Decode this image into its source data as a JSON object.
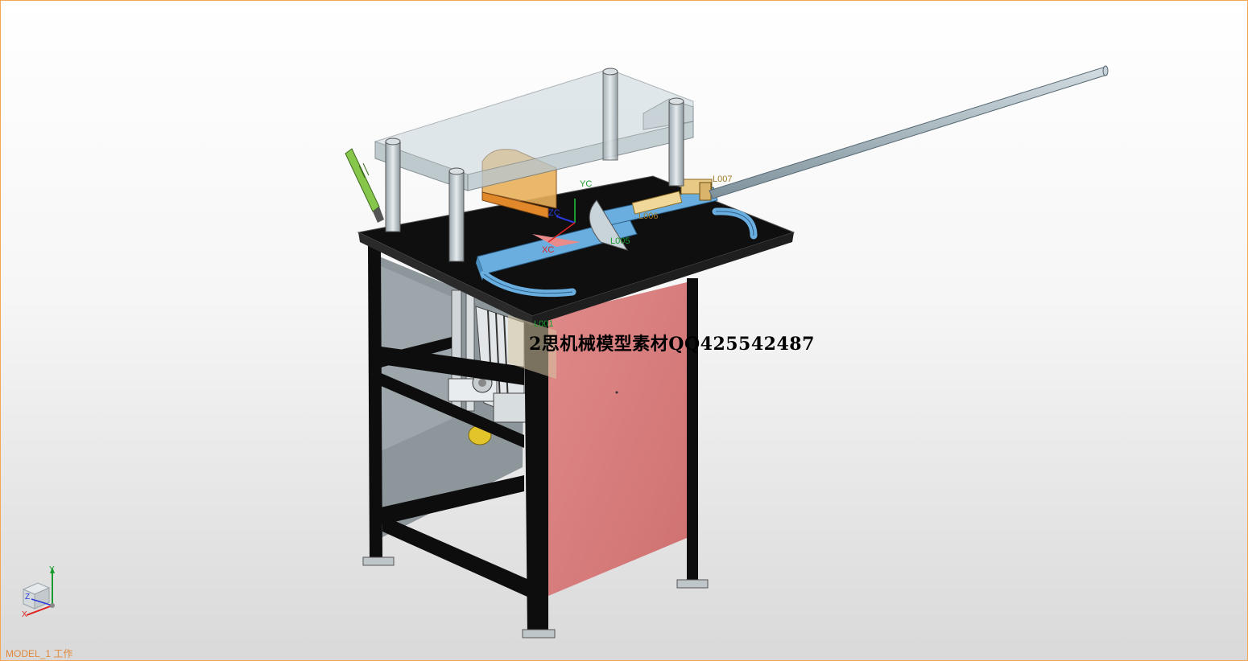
{
  "viewport": {
    "watermark": "2思机械模型素材QQ425542487",
    "model_status": "MODEL_1 工作",
    "background_top": "#ffffff",
    "background_bottom": "#d8d8d8",
    "frame_color": "#f2a65a"
  },
  "model": {
    "feature_labels": {
      "yc": "YC",
      "zc": "ZC",
      "xc": "XC",
      "l005": "L005",
      "l001": "L001",
      "l007": "L007",
      "l006": "L006"
    },
    "colors": {
      "table_top": "#101010",
      "frame": "#0d0d0d",
      "side_panel": "#d67c7c",
      "back_panel": "#8e969a",
      "fence": "#6aaee0",
      "blade_guard": "#e1892a",
      "glass": "#c9d6dc",
      "handle": "#86c64a",
      "rod": "#a8b8c0"
    }
  },
  "triad": {
    "axis_y": "Y",
    "axis_z": "Z",
    "axis_x": "X"
  }
}
